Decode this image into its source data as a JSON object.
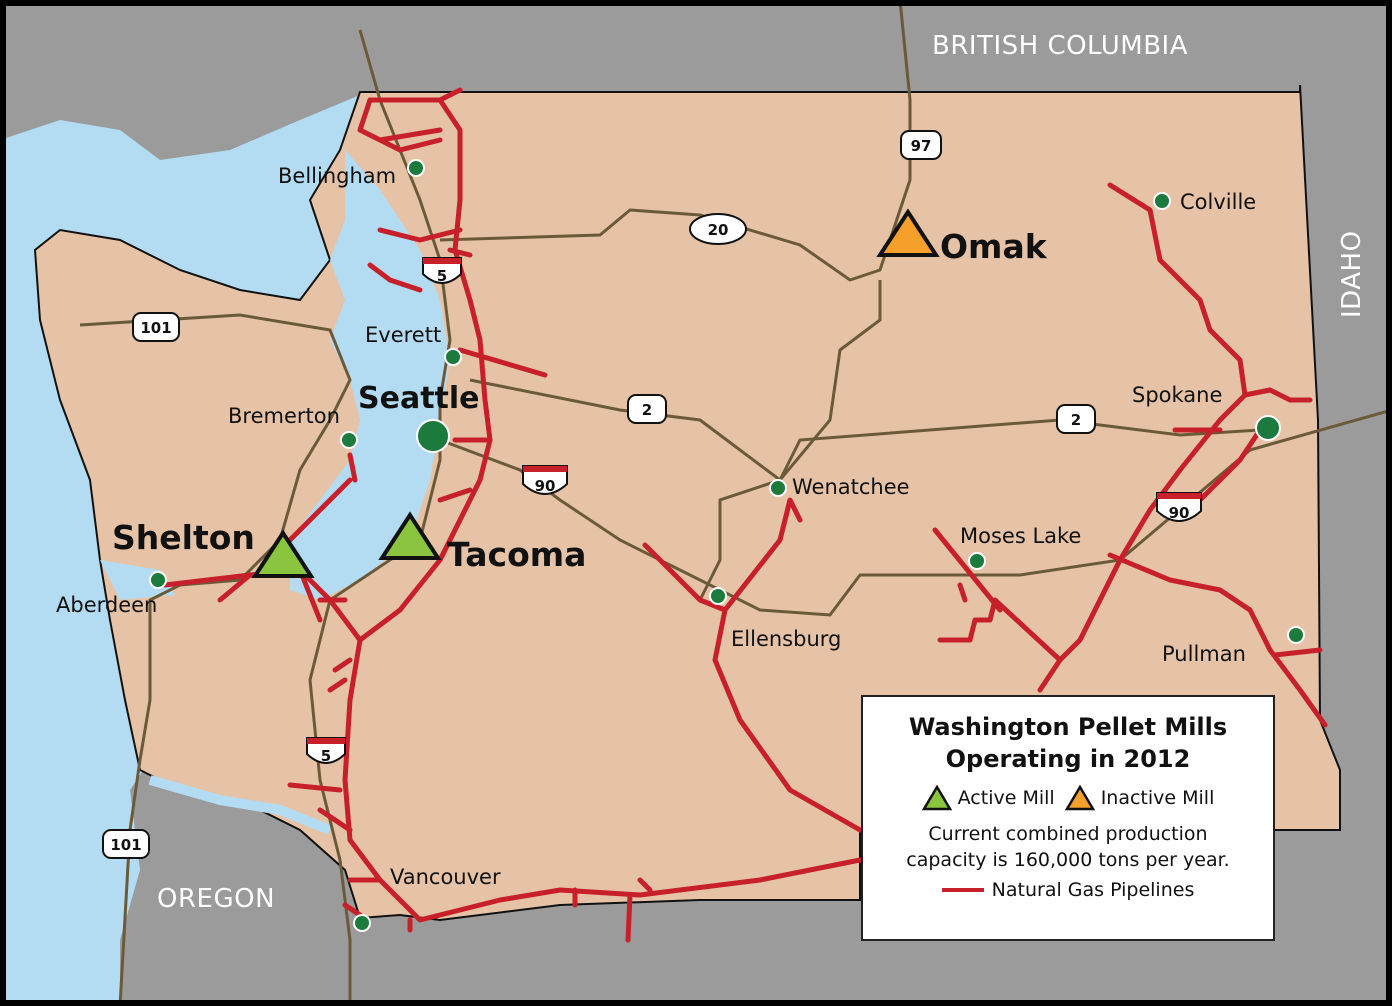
{
  "colors": {
    "washington": "#e6c3a6",
    "neighbor": "#9b9b9b",
    "water": "#b3dcf3",
    "border": "#000000",
    "pipeline": "#c8202b",
    "road": "#6b5a3a",
    "city_dot": "#1b7a3c",
    "active_mill": "#8bc53f",
    "inactive_mill": "#f5a02a"
  },
  "regions": {
    "british_columbia": "BRITISH COLUMBIA",
    "idaho": "IDAHO",
    "oregon": "OREGON"
  },
  "cities": {
    "bellingham": "Bellingham",
    "everett": "Everett",
    "bremerton": "Bremerton",
    "seattle": "Seattle",
    "aberdeen": "Aberdeen",
    "vancouver": "Vancouver",
    "wenatchee": "Wenatchee",
    "ellensburg": "Ellensburg",
    "moses_lake": "Moses Lake",
    "spokane": "Spokane",
    "colville": "Colville",
    "pullman": "Pullman"
  },
  "mills": [
    {
      "name": "Shelton",
      "status": "active"
    },
    {
      "name": "Tacoma",
      "status": "active"
    },
    {
      "name": "Omak",
      "status": "inactive"
    }
  ],
  "highways": {
    "i5_north": "5",
    "i5_south": "5",
    "i90_west": "90",
    "i90_east": "90",
    "us2_west": "2",
    "us2_east": "2",
    "us20": "20",
    "us97": "97",
    "us101_north": "101",
    "us101_south": "101"
  },
  "legend": {
    "title_line1": "Washington Pellet Mills",
    "title_line2": "Operating in 2012",
    "active": "Active Mill",
    "inactive": "Inactive Mill",
    "note_line1": "Current combined production",
    "note_line2": "capacity is 160,000 tons per year.",
    "pipelines": "Natural Gas Pipelines"
  }
}
